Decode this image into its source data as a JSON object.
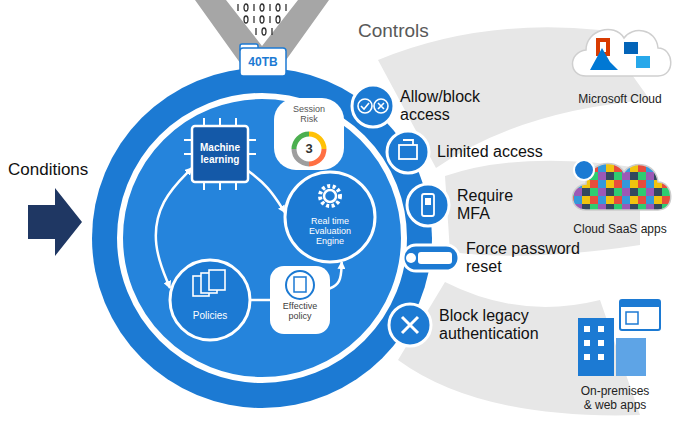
{
  "diagram": {
    "nodes": [
      {
        "text": [
          "40TB"
        ]
      },
      {
        "text": [
          "Machine learning"
        ]
      },
      {
        "text": [
          "Session Risk",
          "3"
        ]
      },
      {
        "text": [
          "Real time Evaluation Engine"
        ]
      },
      {
        "text": [
          "Policies"
        ]
      },
      {
        "text": [
          "Effective policy"
        ]
      },
      {
        "text": [
          "Allow/block access"
        ]
      },
      {
        "text": [
          "Limited access"
        ]
      },
      {
        "text": [
          "Require MFA"
        ]
      },
      {
        "text": [
          "Force password reset"
        ]
      },
      {
        "text": [
          "Block legacy authentication"
        ]
      },
      {
        "text": [
          "Microsoft Cloud"
        ]
      },
      {
        "text": [
          "Cloud SaaS apps"
        ]
      },
      {
        "text": [
          "On-premises & web apps"
        ]
      }
    ],
    "edges": [
      {
        "from": 1,
        "to": 4,
        "arrow": "both"
      },
      {
        "from": 1,
        "to": 3,
        "arrow": "to"
      },
      {
        "from": 4,
        "to": 5,
        "arrow": "none"
      },
      {
        "from": 5,
        "to": 3,
        "arrow": "to"
      }
    ],
    "labels": [
      "Controls",
      "Conditions"
    ]
  }
}
